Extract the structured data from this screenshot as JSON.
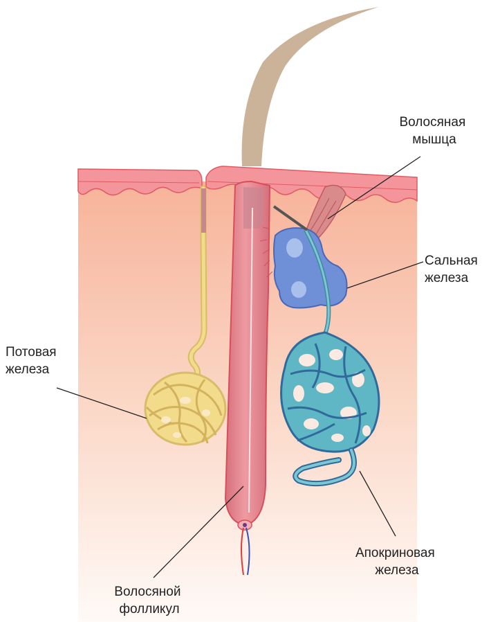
{
  "labels": {
    "hair_muscle": [
      "Волосяная",
      "мышца"
    ],
    "sebaceous_gland": [
      "Сальная",
      "железа"
    ],
    "sweat_gland": [
      "Потовая",
      "железа"
    ],
    "apocrine_gland": [
      "Апокриновая",
      "железа"
    ],
    "hair_follicle": [
      "Волосяной",
      "фолликул"
    ]
  },
  "colors": {
    "dermis_top": "#f7b39a",
    "dermis_bottom": "#fffaf7",
    "epidermis": "#f48f98",
    "follicle": "#e0848c",
    "sweat_gland": "#f0d888",
    "sebaceous": "#6f8fd6",
    "apocrine": "#5fb6c4",
    "hair": "#cbb39a",
    "muscle": "#d98a8a"
  }
}
